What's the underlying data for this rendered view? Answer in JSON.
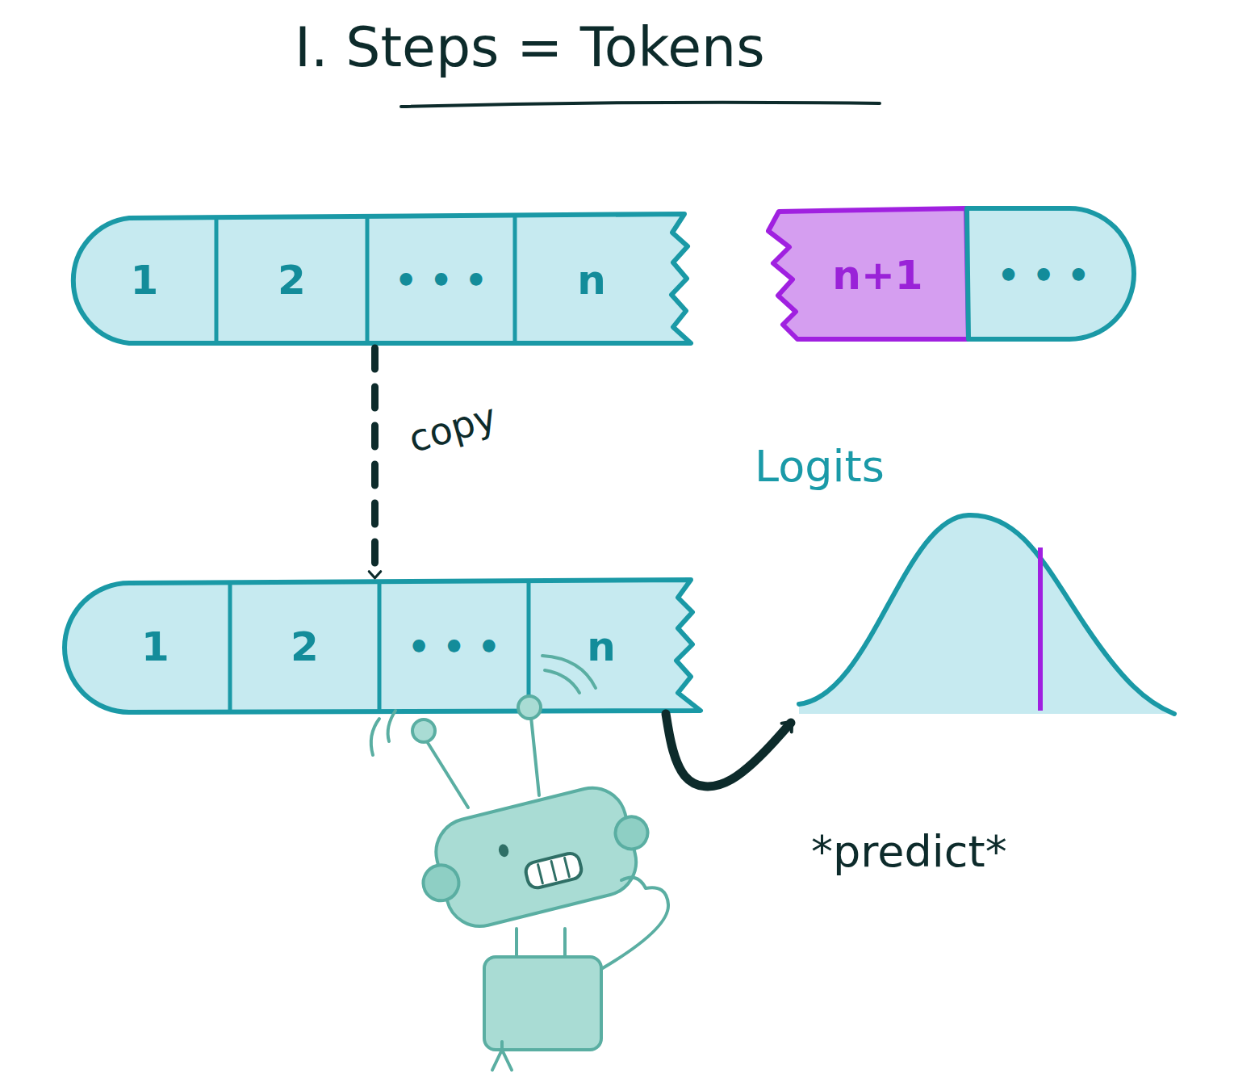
{
  "diagram": {
    "title": "I. Steps = Tokens",
    "nodes": [
      {
        "text": [
          "1"
        ]
      },
      {
        "text": [
          "2"
        ]
      },
      {
        "text": [
          "• • •"
        ]
      },
      {
        "text": [
          "n"
        ]
      },
      {
        "text": [
          "n+1"
        ]
      },
      {
        "text": [
          "• • •"
        ]
      },
      {
        "text": [
          "1"
        ]
      },
      {
        "text": [
          "2"
        ]
      },
      {
        "text": [
          "• • •"
        ]
      },
      {
        "text": [
          "n"
        ]
      },
      {
        "text": [
          "Logits"
        ]
      }
    ],
    "edges": [
      {
        "from": 2,
        "to": 8,
        "label": "copy",
        "arrow": "to"
      },
      {
        "from": 9,
        "to": 10,
        "label": "*predict*",
        "arrow": "to"
      }
    ]
  }
}
